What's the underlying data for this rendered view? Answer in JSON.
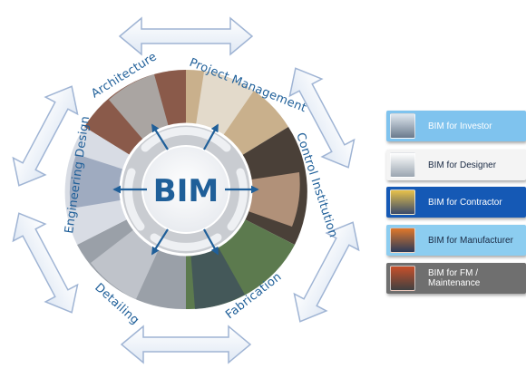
{
  "center": {
    "title": "BIM"
  },
  "ring_labels": {
    "architecture": "Architecture",
    "project_management": "Project Management",
    "control_institution": "Control Institution",
    "fabrication": "Fabrication",
    "detailing": "Detailing",
    "engineering_design": "Engineering Design"
  },
  "side_panels": [
    {
      "label": "BIM for Investor",
      "bg": "#7fc3ee",
      "text": "#ffffff",
      "icon": "investor-photo"
    },
    {
      "label": "BIM for Designer",
      "bg": "#f4f4f4",
      "text": "#1a2a44",
      "icon": "designer-photo"
    },
    {
      "label": "BIM for Contractor",
      "bg": "#1559b5",
      "text": "#ffffff",
      "icon": "contractor-photo"
    },
    {
      "label": "BIM for Manufacturer",
      "bg": "#8ccdf0",
      "text": "#1a2a44",
      "icon": "manufacturer-photo"
    },
    {
      "label": "BIM for FM / Maintenance",
      "bg": "#6f6f6f",
      "text": "#ffffff",
      "icon": "maintenance-photo"
    }
  ],
  "colors": {
    "accent_blue": "#1f5f99",
    "arrow_fill": "#eef3fa",
    "arrow_stroke": "#9fb4d4"
  }
}
